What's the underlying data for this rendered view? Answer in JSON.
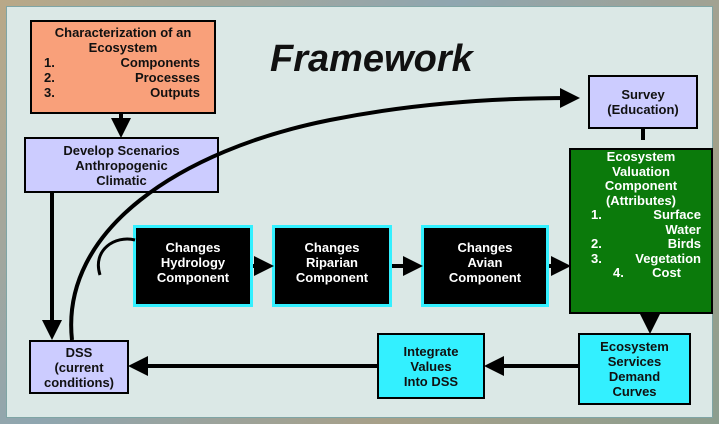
{
  "title": "Framework",
  "characterization": {
    "heading": "Characterization of an Ecosystem",
    "items": [
      {
        "num": "1.",
        "text": "Components"
      },
      {
        "num": "2.",
        "text": "Processes"
      },
      {
        "num": "3.",
        "text": "Outputs"
      }
    ]
  },
  "scenarios": {
    "line1": "Develop Scenarios",
    "line2": "Anthropogenic",
    "line3": "Climatic"
  },
  "survey": {
    "line1": "Survey",
    "line2": "(Education)"
  },
  "valuation": {
    "heading": "Ecosystem Valuation Component (Attributes)",
    "items": [
      {
        "num": "1.",
        "text": "Surface Water"
      },
      {
        "num": "2.",
        "text": "Birds"
      },
      {
        "num": "3.",
        "text": "Vegetation"
      },
      {
        "num": "4.",
        "text": "Cost"
      }
    ]
  },
  "changes": [
    {
      "line1": "Changes",
      "line2": "Hydrology",
      "line3": "Component"
    },
    {
      "line1": "Changes",
      "line2": "Riparian",
      "line3": "Component"
    },
    {
      "line1": "Changes",
      "line2": "Avian",
      "line3": "Component"
    }
  ],
  "dss": {
    "line1": "DSS",
    "line2": "(current",
    "line3": "conditions)"
  },
  "integrate": {
    "line1": "Integrate",
    "line2": "Values",
    "line3": "Into DSS"
  },
  "services": {
    "line1": "Ecosystem",
    "line2": "Services",
    "line3": "Demand",
    "line4": "Curves"
  },
  "colors": {
    "orange": "#f9a07a",
    "lavender": "#ccccff",
    "green": "#0b7a0b",
    "black": "#000000",
    "cyan": "#33f0ff"
  }
}
